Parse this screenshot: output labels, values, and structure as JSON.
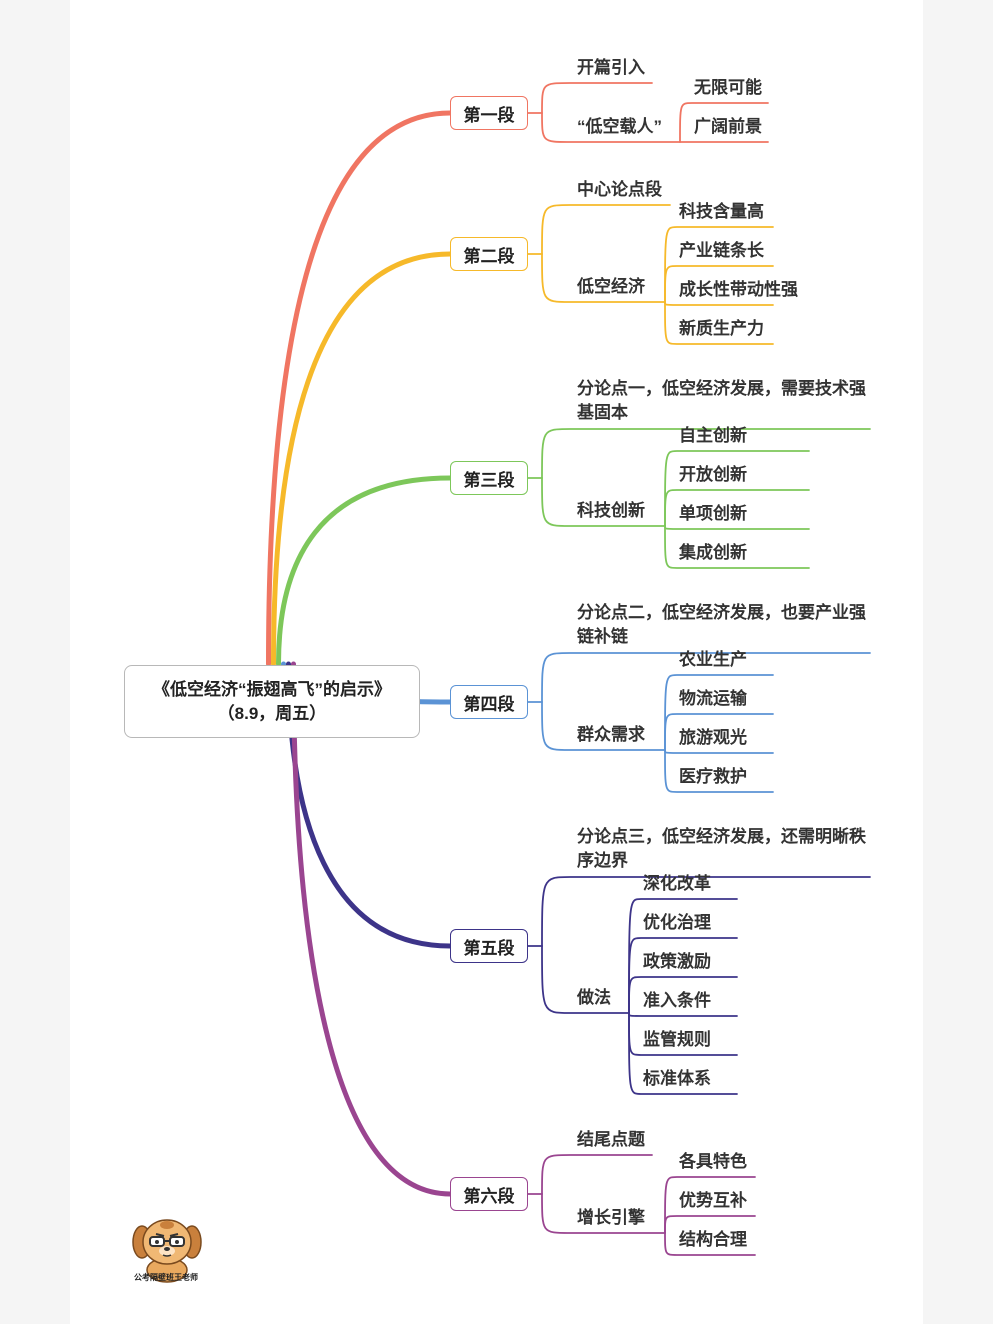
{
  "root": {
    "title": "《低空经济“振翅高飞”的启示》",
    "subtitle": "（8.9，周五）"
  },
  "branches": [
    {
      "label": "第一段",
      "color": "#f07562",
      "children": [
        {
          "label": "开篇引入",
          "children": []
        },
        {
          "label": "“低空载人”",
          "children": [
            "无限可能",
            "广阔前景"
          ]
        }
      ]
    },
    {
      "label": "第二段",
      "color": "#f6b92a",
      "children": [
        {
          "label": "中心论点段",
          "children": []
        },
        {
          "label": "低空经济",
          "children": [
            "科技含量高",
            "产业链条长",
            "成长性带动性强",
            "新质生产力"
          ]
        }
      ]
    },
    {
      "label": "第三段",
      "color": "#7dc75a",
      "children": [
        {
          "label": "分论点一，低空经济发展，需要技术强基固本",
          "children": []
        },
        {
          "label": "科技创新",
          "children": [
            "自主创新",
            "开放创新",
            "单项创新",
            "集成创新"
          ]
        }
      ]
    },
    {
      "label": "第四段",
      "color": "#5b93d5",
      "children": [
        {
          "label": "分论点二，低空经济发展，也要产业强链补链",
          "children": []
        },
        {
          "label": "群众需求",
          "children": [
            "农业生产",
            "物流运输",
            "旅游观光",
            "医疗救护"
          ]
        }
      ]
    },
    {
      "label": "第五段",
      "color": "#3d3489",
      "children": [
        {
          "label": "分论点三，低空经济发展，还需明晰秩序边界",
          "children": []
        },
        {
          "label": "做法",
          "children": [
            "深化改革",
            "优化治理",
            "政策激励",
            "准入条件",
            "监管规则",
            "标准体系"
          ]
        }
      ]
    },
    {
      "label": "第六段",
      "color": "#9a4590",
      "children": [
        {
          "label": "结尾点题",
          "children": []
        },
        {
          "label": "增长引擎",
          "children": [
            "各具特色",
            "优势互补",
            "结构合理"
          ]
        }
      ]
    }
  ],
  "watermark": {
    "caption": "公考隔壁班王老师",
    "icon": "dog-mascot-icon"
  }
}
